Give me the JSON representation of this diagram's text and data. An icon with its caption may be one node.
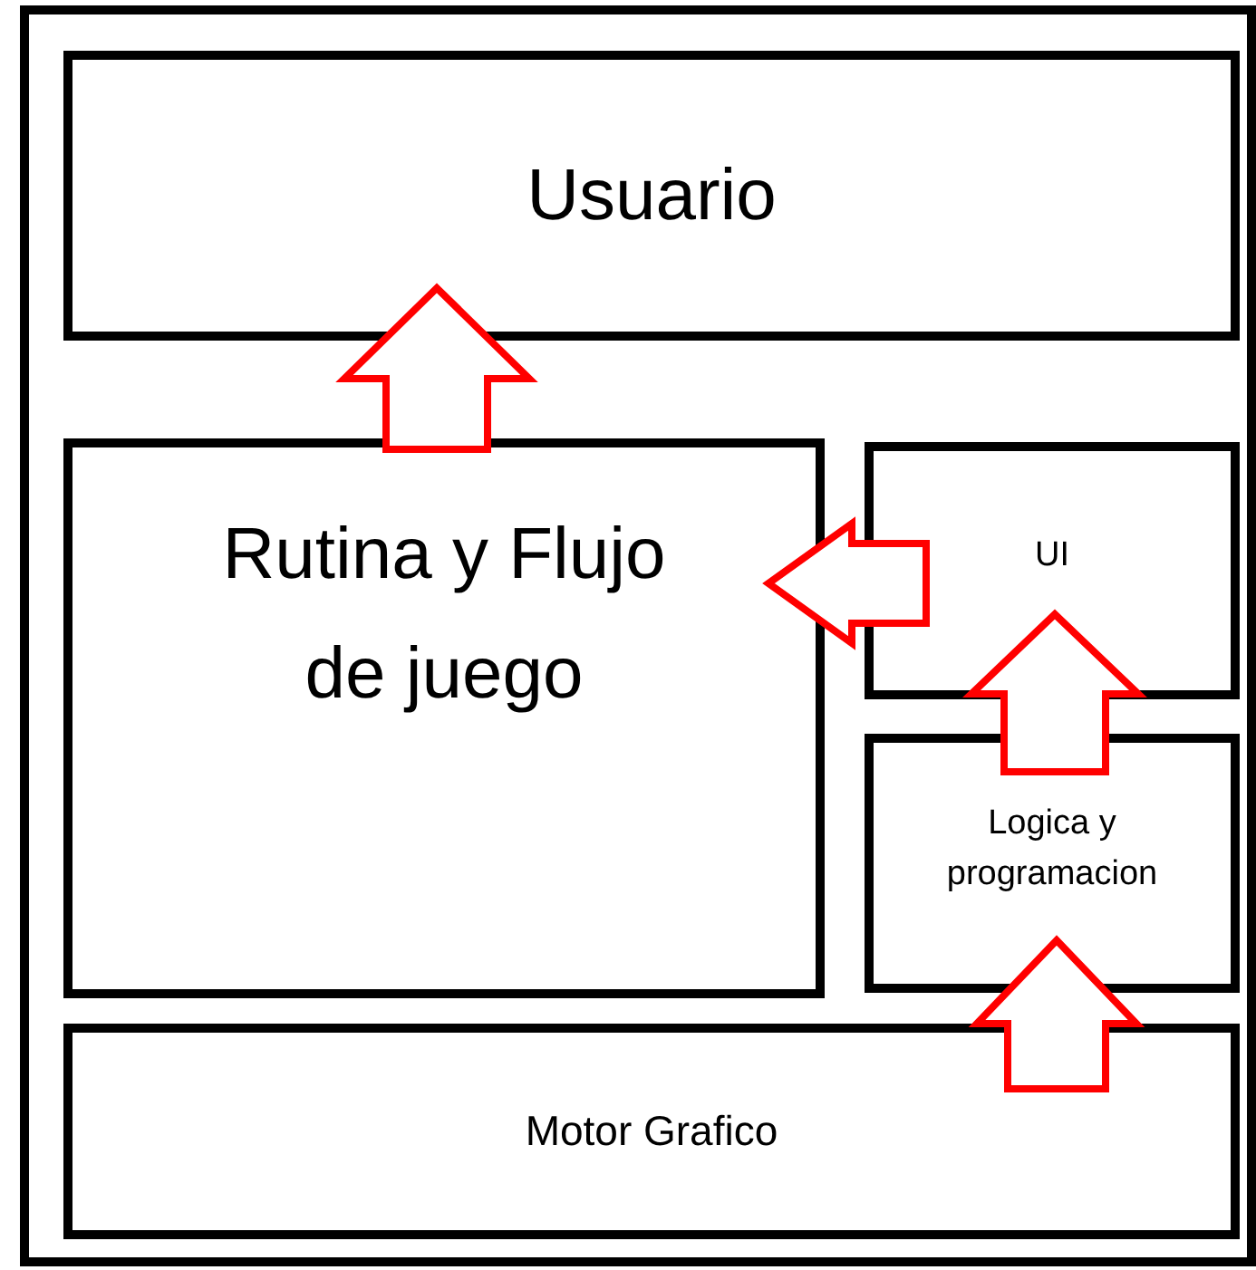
{
  "diagram": {
    "nodes": [
      {
        "text": [],
        "shape": "box"
      },
      {
        "text": [
          "Usuario"
        ],
        "in": 0
      },
      {
        "text": [
          "Rutina y Flujo de juego"
        ],
        "in": 0
      },
      {
        "text": [
          "UI"
        ],
        "in": 0
      },
      {
        "text": [
          "Logica y programacion"
        ],
        "in": 0
      },
      {
        "text": [
          "Motor Grafico"
        ],
        "in": 0
      }
    ],
    "edges": [
      {
        "from": 2,
        "to": 1,
        "arrow": "to"
      },
      {
        "from": 3,
        "to": 2,
        "arrow": "to"
      },
      {
        "from": 4,
        "to": 3,
        "arrow": "to"
      },
      {
        "from": 5,
        "to": 4,
        "arrow": "to"
      }
    ]
  }
}
